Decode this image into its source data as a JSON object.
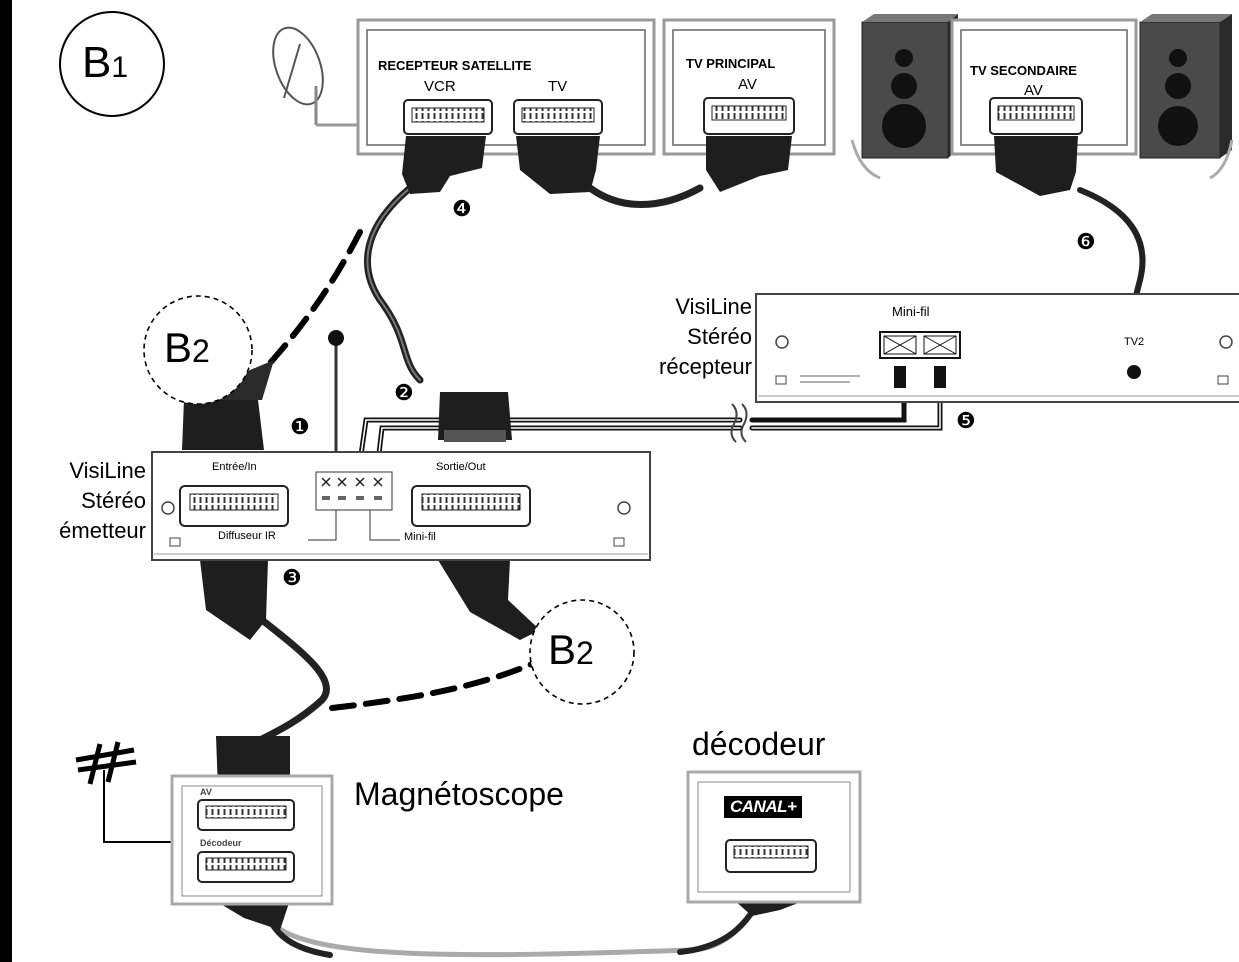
{
  "config": {
    "title_main": "B",
    "title_sub": "1",
    "b2_main": "B",
    "b2_sub": "2"
  },
  "devices": {
    "satellite_receiver": {
      "title": "RECEPTEUR SATELLITE",
      "port_vcr": "VCR",
      "port_tv": "TV"
    },
    "main_tv": {
      "title": "TV PRINCIPAL",
      "port_av": "AV"
    },
    "secondary_tv": {
      "title": "TV SECONDAIRE",
      "port_av": "AV"
    },
    "receiver": {
      "line1": "VisiLine",
      "line2": "Stéréo",
      "line3": "récepteur",
      "minifil_label": "Mini-fil",
      "tv2_label": "TV2"
    },
    "emitter": {
      "line1": "VisiLine",
      "line2": "Stéréo",
      "line3": "émetteur",
      "input_label": "Entrée/In",
      "output_label": "Sortie/Out",
      "ir_label": "Diffuseur IR",
      "minifil_label": "Mini-fil"
    },
    "vcr": {
      "label": "Magnétoscope",
      "port_av": "AV",
      "port_decoder": "Décodeur"
    },
    "decoder": {
      "label": "décodeur",
      "brand": "CANAL+"
    }
  },
  "steps": [
    "❶",
    "❷",
    "❸",
    "❹",
    "❺",
    "❻"
  ]
}
